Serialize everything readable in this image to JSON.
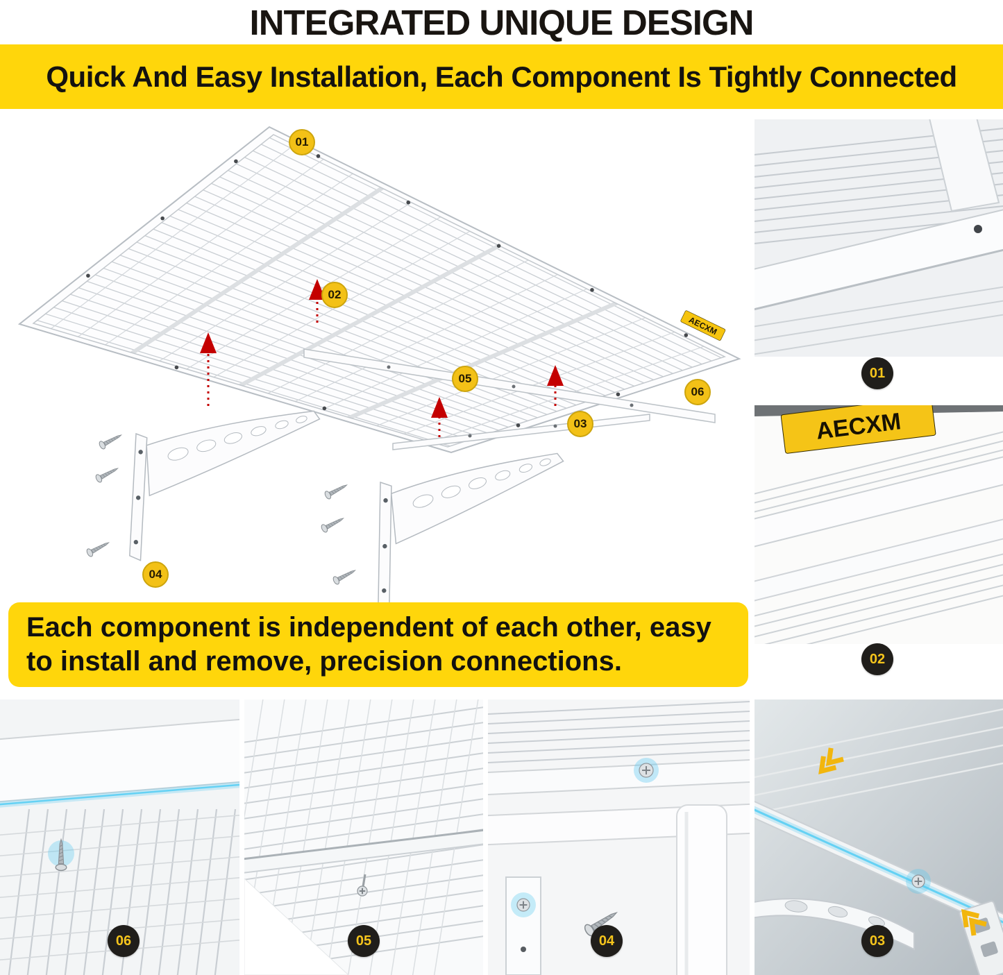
{
  "header": {
    "title": "INTEGRATED UNIQUE DESIGN"
  },
  "banner": {
    "text": "Quick And Easy Installation, Each Component Is Tightly Connected"
  },
  "note": {
    "text": "Each component is independent of each other, easy to install and remove, precision connections."
  },
  "brand": {
    "name": "AECXM"
  },
  "callouts": {
    "c1": "01",
    "c2": "02",
    "c3": "03",
    "c4": "04",
    "c5": "05",
    "c6": "06"
  },
  "photo_badges": {
    "p1": "01",
    "p2": "02",
    "p3": "03",
    "p4": "04",
    "p5": "05",
    "p6": "06"
  },
  "colors": {
    "accent_yellow": "#FFD60B",
    "callout_yellow": "#F3C117",
    "badge_background": "#201E1B",
    "badge_text": "#F6C51C",
    "arrow_red": "#C40000",
    "glow_blue": "#54C7F0",
    "shelf_line_gray": "#C9CED3"
  },
  "icons": {
    "red_arrow": "dashed-up-arrow-icon",
    "chevron": "double-chevron-arrow-icon",
    "screw": "mounting-screw-icon"
  }
}
